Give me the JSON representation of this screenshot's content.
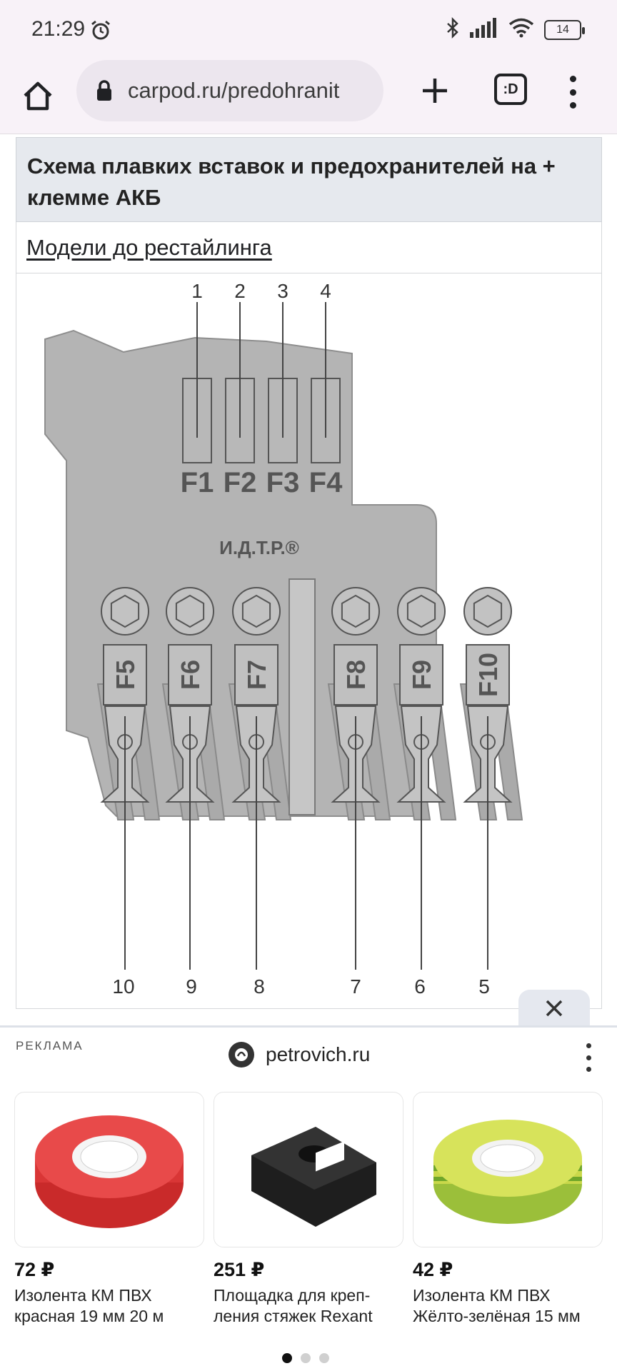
{
  "status": {
    "time": "21:29",
    "battery": "14"
  },
  "browser": {
    "url": "carpod.ru/predohranit",
    "tabs_label": ":D"
  },
  "article": {
    "heading": "Схема плавких вставок и предохранителей на + клемме АКБ",
    "link": "Модели до рестайлинга"
  },
  "diagram": {
    "top_callouts": [
      "1",
      "2",
      "3",
      "4"
    ],
    "top_fuses": [
      "F1",
      "F2",
      "F3",
      "F4"
    ],
    "bottom_fuses": [
      "F5",
      "F6",
      "F7",
      "F8",
      "F9",
      "F10"
    ],
    "bottom_callouts": [
      "10",
      "9",
      "8",
      "7",
      "6",
      "5"
    ],
    "watermark": "И.Д.Т.Р.®"
  },
  "ad": {
    "label": "РЕКЛАМА",
    "advertiser": "petrovich.ru",
    "products": [
      {
        "price": "72 ₽",
        "title": "Изолента КМ ПВХ красная 19 мм 20 м",
        "image": "red-tape"
      },
      {
        "price": "251 ₽",
        "title": "Площадка для креп-ления стяжек Rexant",
        "image": "cable-tie-mount"
      },
      {
        "price": "42 ₽",
        "title": "Изолента КМ ПВХ Жёлто-зелёная 15 мм",
        "image": "yellow-green-tape"
      }
    ],
    "active_page": 0
  },
  "colors": {
    "chrome_bg": "#f8f2f8",
    "header_bg": "#e6e9ee",
    "diagram_gray": "#b5b5b5"
  }
}
